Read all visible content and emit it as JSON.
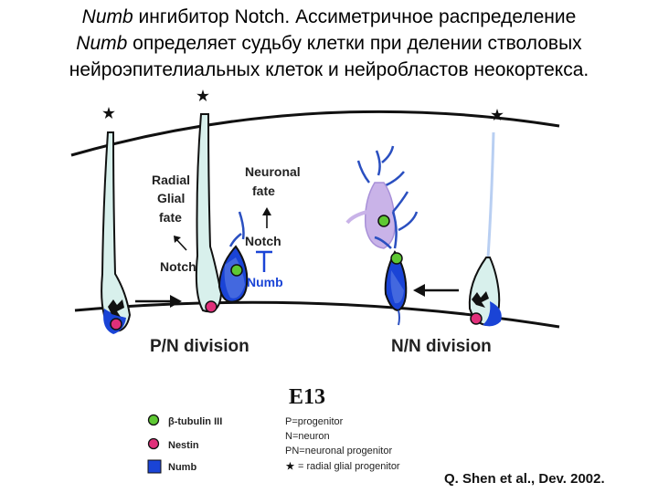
{
  "title": {
    "line1_italic": "Numb",
    "line1_rest": " ингибитор Notch. Ассиметричное распределение",
    "line2_italic": "Numb",
    "line2_rest": " определяет судьбу клетки  при  делении стволовых",
    "line3": "нейроэпителиальных клеток и нейробластов неокортекса."
  },
  "labels": {
    "radial": "Radial",
    "glial": "Glial",
    "fate": "fate",
    "notch_left": "Notch",
    "neuronal": "Neuronal",
    "neuronal_fate": "fate",
    "notch_center": "Notch",
    "numb": "Numb",
    "pn_division": "P/N division",
    "nn_division": "N/N division",
    "stage": "E13"
  },
  "legend": {
    "items": [
      {
        "label": "β-tubulin III",
        "color": "#5ec833"
      },
      {
        "label": "Nestin",
        "color": "#e0307a"
      },
      {
        "label": "Numb",
        "color": "#1a44d6"
      }
    ],
    "definitions": [
      "P=progenitor",
      "N=neuron",
      "PN=neuronal progenitor",
      "= radial glial progenitor"
    ]
  },
  "credit": "Q. Shen et al., Dev. 2002.",
  "colors": {
    "cell_fill": "#d8f0ec",
    "numb_blue": "#1a44d6",
    "nestin_pink": "#e0307a",
    "tubulin_green": "#5ec833",
    "neuron_violet": "#c9b3e8",
    "process_blue": "#2a4fc0",
    "faint_process": "#b9cff2"
  },
  "icons": [
    "star-icon",
    "arrow-right-icon",
    "arrow-left-icon",
    "arrow-up-icon",
    "inhibit-bar-icon"
  ]
}
